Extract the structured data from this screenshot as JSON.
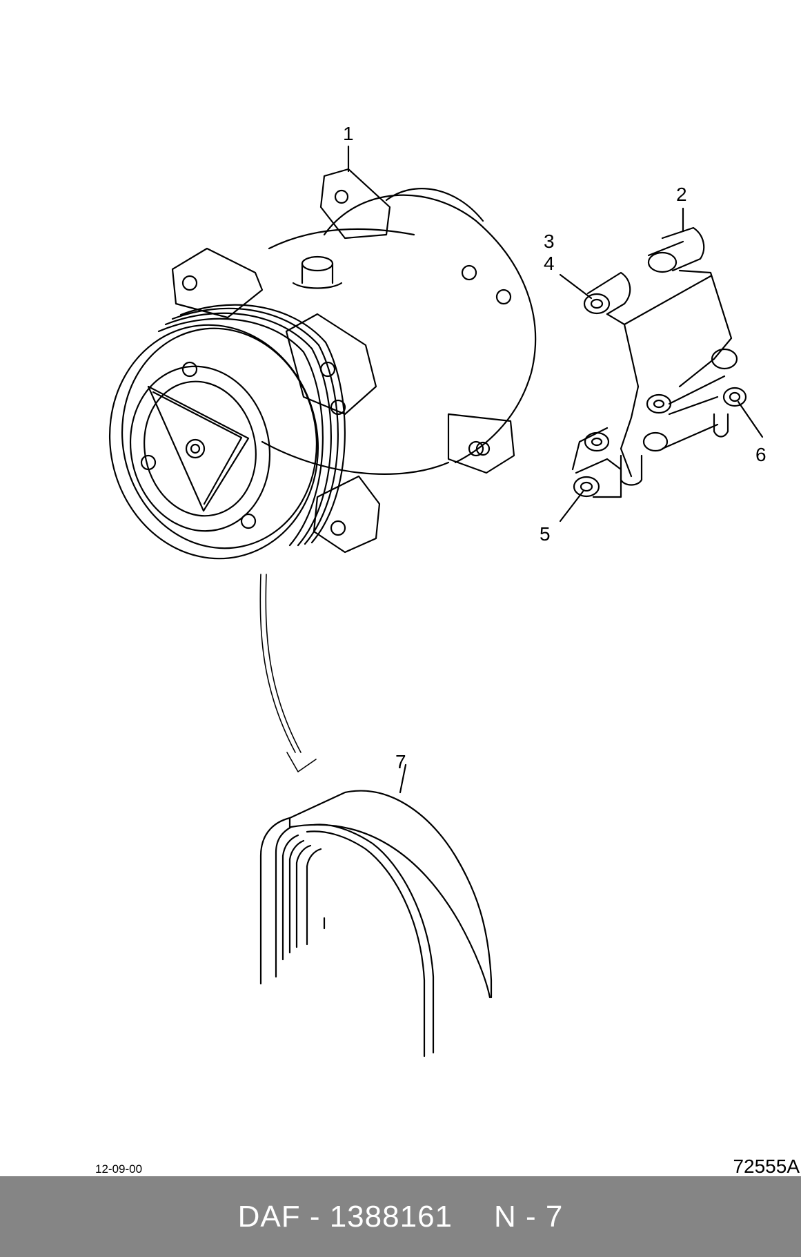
{
  "callouts": [
    {
      "label": "1"
    },
    {
      "label": "2"
    },
    {
      "label": "3"
    },
    {
      "label": "4"
    },
    {
      "label": "5"
    },
    {
      "label": "6"
    },
    {
      "label": "7"
    }
  ],
  "meta": {
    "date": "12-09-00",
    "drawing_ref": "72555A"
  },
  "footer": {
    "part_label": "DAF - 1388161",
    "position_label": "N - 7"
  },
  "colors": {
    "footer_bg": "#858585",
    "footer_text": "#ffffff",
    "line": "#000000"
  }
}
